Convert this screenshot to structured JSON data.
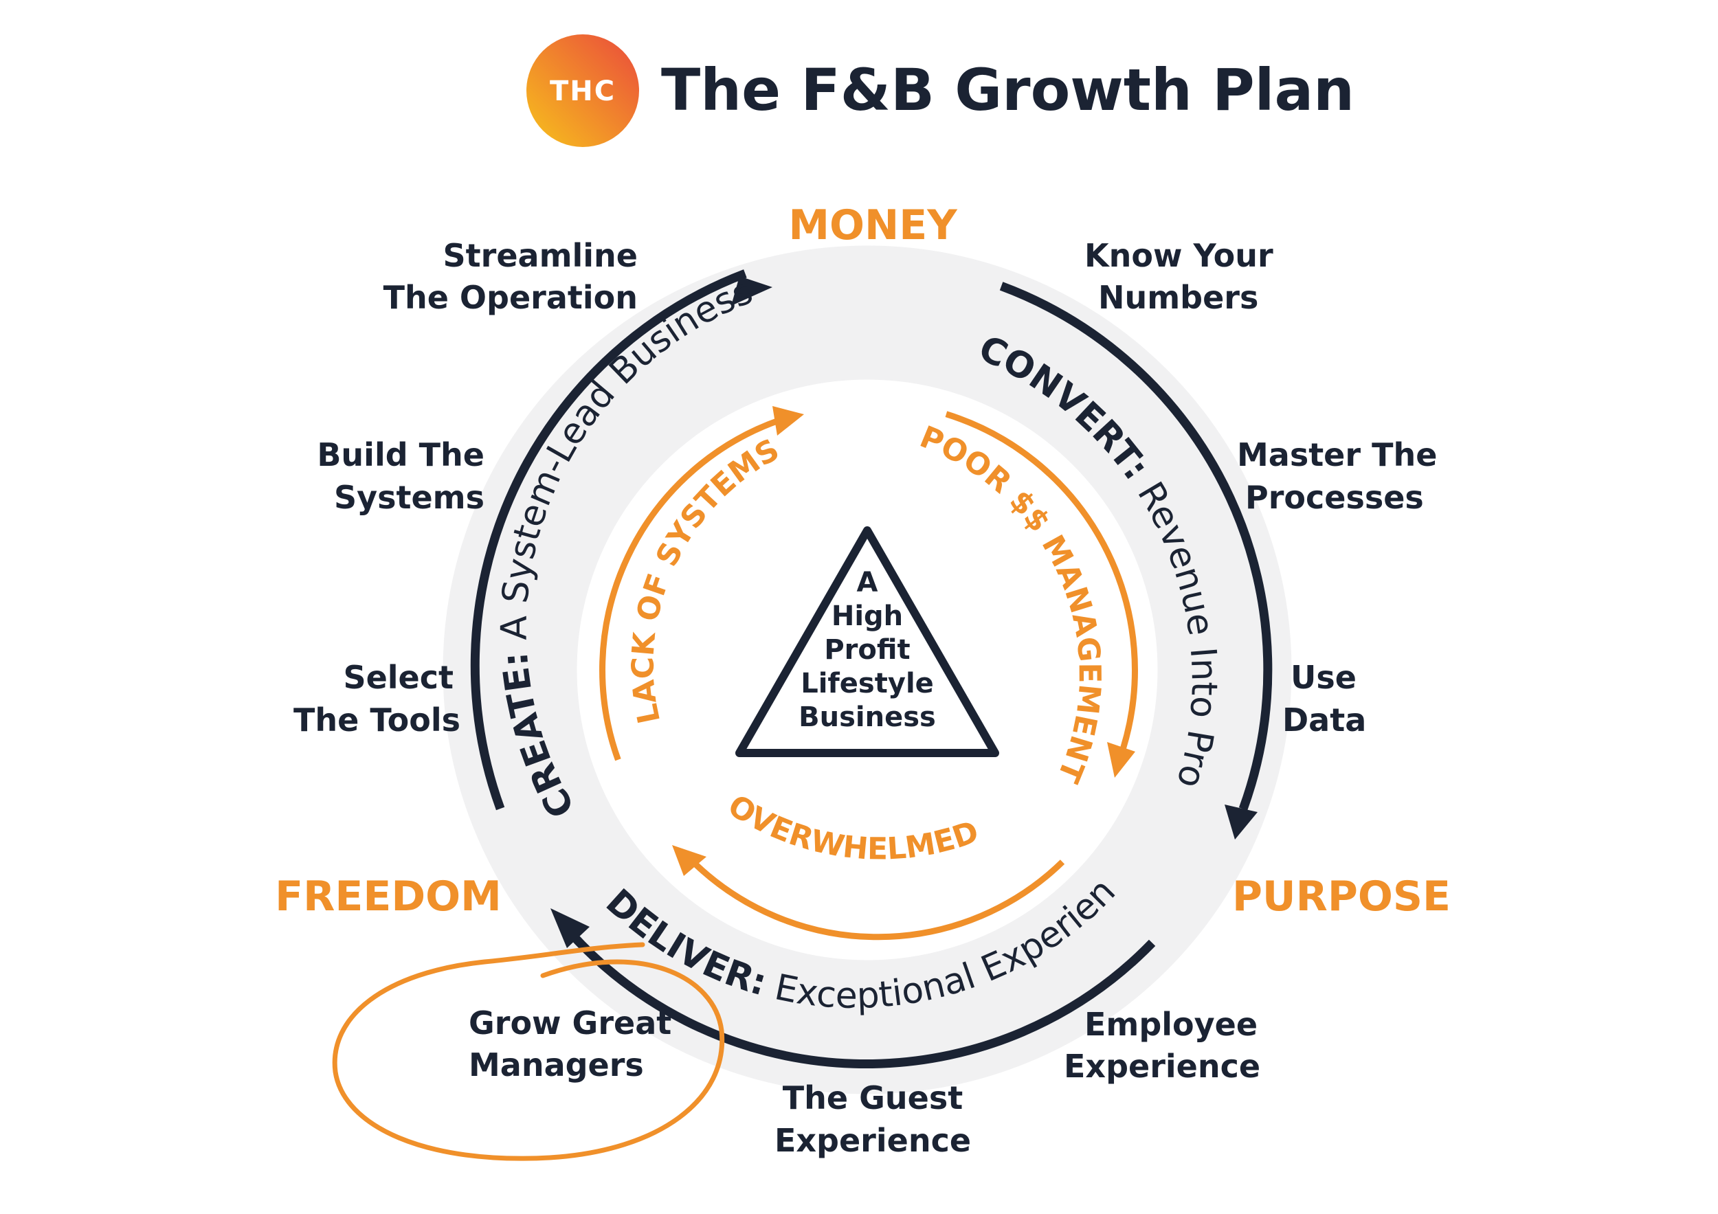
{
  "header": {
    "logo_text": "THC",
    "title": "The F&B Growth Plan"
  },
  "pillars": {
    "top": "MONEY",
    "right": "PURPOSE",
    "left": "FREEDOM"
  },
  "ring": {
    "create_bold": "CREATE:",
    "create_rest": " A System-Lead Business",
    "convert_bold": "CONVERT:",
    "convert_rest": " Revenue Into Profit",
    "deliver_bold": "DELIVER:",
    "deliver_rest": " Exceptional Experiences"
  },
  "inner": {
    "left": "LACK OF SYSTEMS",
    "right": "POOR $$ MANAGEMENT",
    "bottom": "OVERWHELMED"
  },
  "center": {
    "line1": "A",
    "line2": "High",
    "line3": "Profit",
    "line4": "Lifestyle",
    "line5": "Business"
  },
  "steps": {
    "streamline_1": "Streamline",
    "streamline_2": "The Operation",
    "build_1": "Build The",
    "build_2": "Systems",
    "select_1": "Select",
    "select_2": "The Tools",
    "know_1": "Know Your",
    "know_2": "Numbers",
    "master_1": "Master The",
    "master_2": "Processes",
    "use_1": "Use",
    "use_2": "Data",
    "employee_1": "Employee",
    "employee_2": "Experience",
    "guest_1": "The Guest",
    "guest_2": "Experience",
    "grow_1": "Grow Great",
    "grow_2": "Managers"
  },
  "colors": {
    "navy": "#1b2333",
    "orange": "#f0902a",
    "ring_fill": "#f1f1f2"
  }
}
